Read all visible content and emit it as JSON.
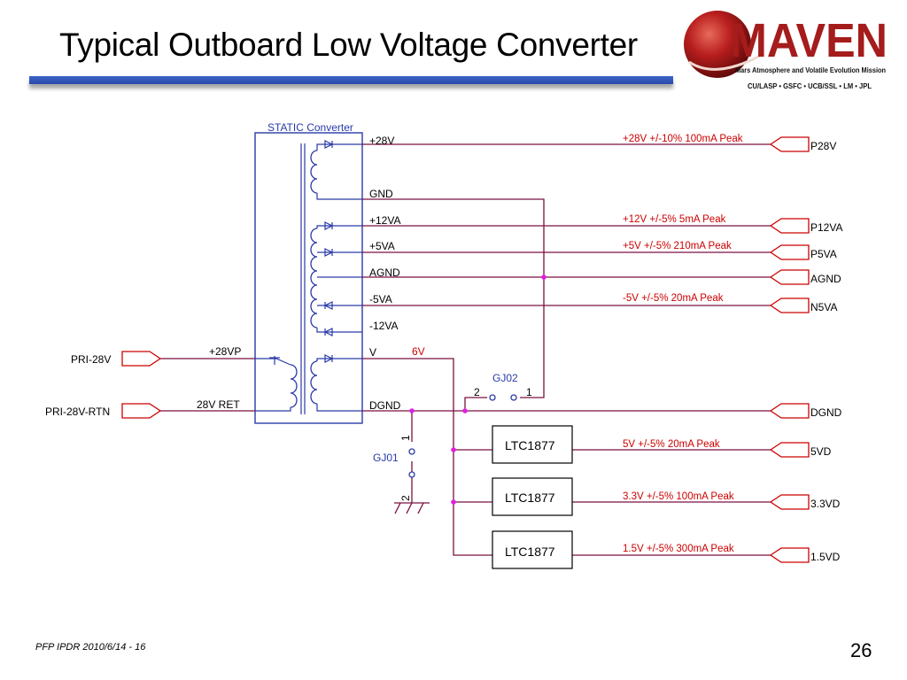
{
  "slide": {
    "title": "Typical Outboard Low Voltage Converter",
    "footer": "PFP IPDR 2010/6/14 - 16",
    "page_number": "26"
  },
  "logo": {
    "name": "MAVEN",
    "subtitle": "Mars Atmosphere and Volatile Evolution Mission",
    "partners": "CU/LASP • GSFC • UCB/SSL • LM • JPL"
  },
  "colors": {
    "wire": "#7a1040",
    "box": "#2a3aa8",
    "spec_text": "#cc0000",
    "junction": "#e020e0",
    "title_bar": "#3c64c8"
  },
  "schematic": {
    "converter_label": "STATIC Converter",
    "inputs": [
      {
        "connector": "PRI-28V",
        "net": "+28VP"
      },
      {
        "connector": "PRI-28V-RTN",
        "net": "28V RET"
      }
    ],
    "secondary_labels": [
      "+28V",
      "GND",
      "+12VA",
      "+5VA",
      "AGND",
      "-5VA",
      "-12VA",
      "V",
      "DGND"
    ],
    "note_6v": "6V",
    "outputs": [
      {
        "spec": "+28V +/-10% 100mA Peak",
        "connector": "P28V"
      },
      {
        "spec": "+12V +/-5% 5mA Peak",
        "connector": "P12VA"
      },
      {
        "spec": "+5V +/-5% 210mA Peak",
        "connector": "P5VA"
      },
      {
        "spec": "",
        "connector": "AGND"
      },
      {
        "spec": "-5V +/-5% 20mA Peak",
        "connector": "N5VA"
      },
      {
        "spec": "",
        "connector": "DGND"
      },
      {
        "spec": "5V +/-5% 20mA Peak",
        "connector": "5VD"
      },
      {
        "spec": "3.3V +/-5% 100mA Peak",
        "connector": "3.3VD"
      },
      {
        "spec": "1.5V +/-5% 300mA Peak",
        "connector": "1.5VD"
      }
    ],
    "regulators": [
      "LTC1877",
      "LTC1877",
      "LTC1877"
    ],
    "jumpers": [
      {
        "name": "GJ02",
        "pin_a": "2",
        "pin_b": "1"
      },
      {
        "name": "GJ01",
        "pin_a": "1",
        "pin_b": "2"
      }
    ]
  }
}
